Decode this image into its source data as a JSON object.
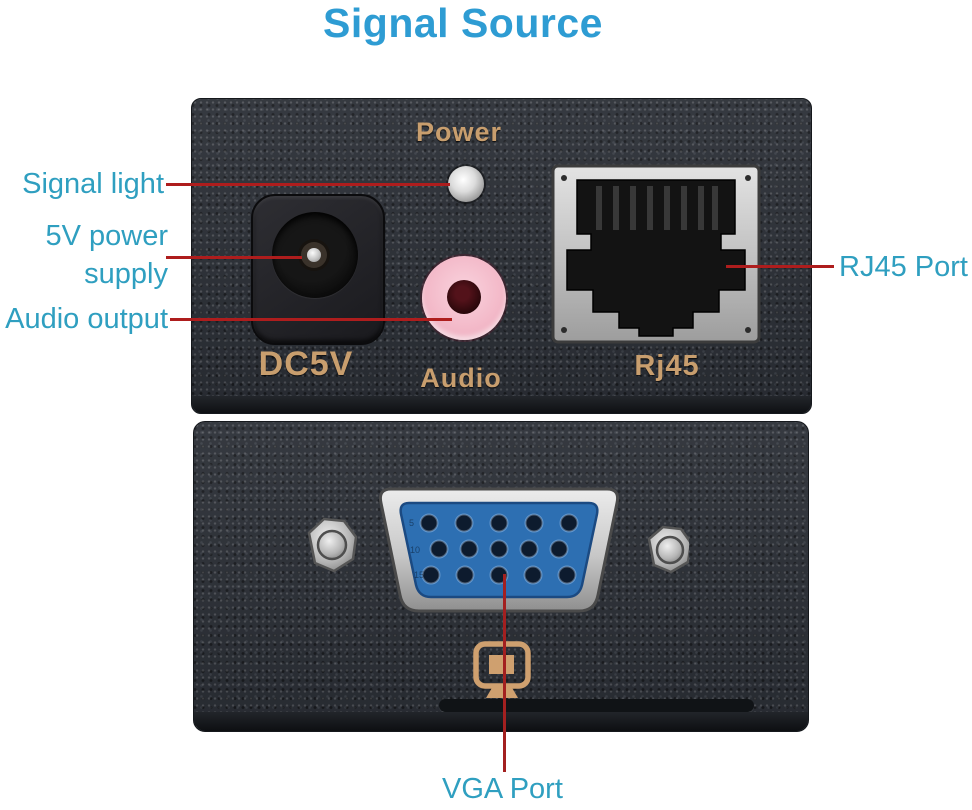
{
  "title": "Signal Source",
  "device_top": {
    "power_label": "Power",
    "dc_label": "DC5V",
    "audio_label": "Audio",
    "rj45_label": "Rj45"
  },
  "callouts": {
    "signal_light": "Signal light",
    "power_supply_line1": "5V power",
    "power_supply_line2": "supply",
    "audio_output": "Audio output",
    "rj45_port": "RJ45 Port",
    "vga_port": "VGA Port"
  },
  "colors": {
    "title_blue": "#2E9CD3",
    "callout_blue": "#2F9FC0",
    "line_red": "#AE1D1D",
    "engraving_gold": "#C89E6E",
    "vga_blue": "#2D6FB2",
    "audio_pink": "#F2B6C6",
    "panel_charcoal": "#2B2F36"
  }
}
